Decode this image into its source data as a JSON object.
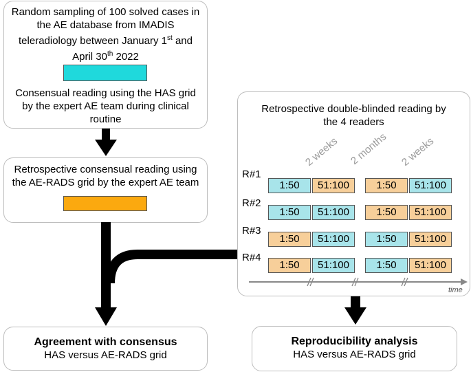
{
  "box1": {
    "line1": "Random sampling of 100 solved cases in",
    "line2": "the AE database from IMADIS",
    "line3": "teleradiology between January 1",
    "sup1": "st",
    "line3_tail": " and",
    "line4": "April 30",
    "sup2": "th",
    "line4_tail": " 2022",
    "line5": "Consensual reading using the HAS grid",
    "line6": "by the expert AE team during clinical",
    "line7": "routine"
  },
  "box2": {
    "line1": "Retrospective consensual reading using",
    "line2": "the AE-RADS grid by the expert AE team"
  },
  "box3": {
    "line1": "Retrospective double-blinded reading by",
    "line2": "the 4 readers",
    "intervals": [
      "2 weeks",
      "2 months",
      "2 weeks"
    ],
    "time_label": "time",
    "readers": [
      {
        "label": "R#1",
        "cells": [
          "1:50",
          "51:100",
          "1:50",
          "51:100"
        ]
      },
      {
        "label": "R#2",
        "cells": [
          "1:50",
          "51:100",
          "1:50",
          "51:100"
        ]
      },
      {
        "label": "R#3",
        "cells": [
          "1:50",
          "51:100",
          "1:50",
          "51:100"
        ]
      },
      {
        "label": "R#4",
        "cells": [
          "1:50",
          "51:100",
          "1:50",
          "51:100"
        ]
      }
    ]
  },
  "box4": {
    "title": "Agreement with consensus",
    "subtitle": "HAS versus AE-RADS grid"
  },
  "box5": {
    "title": "Reproducibility analysis",
    "subtitle": "HAS versus AE-RADS grid"
  },
  "colors": {
    "cyan": "#a8e4ea",
    "orange": "#f7cf9a",
    "cyan_bar": "#1fd9dc",
    "orange_bar": "#fba90f"
  }
}
